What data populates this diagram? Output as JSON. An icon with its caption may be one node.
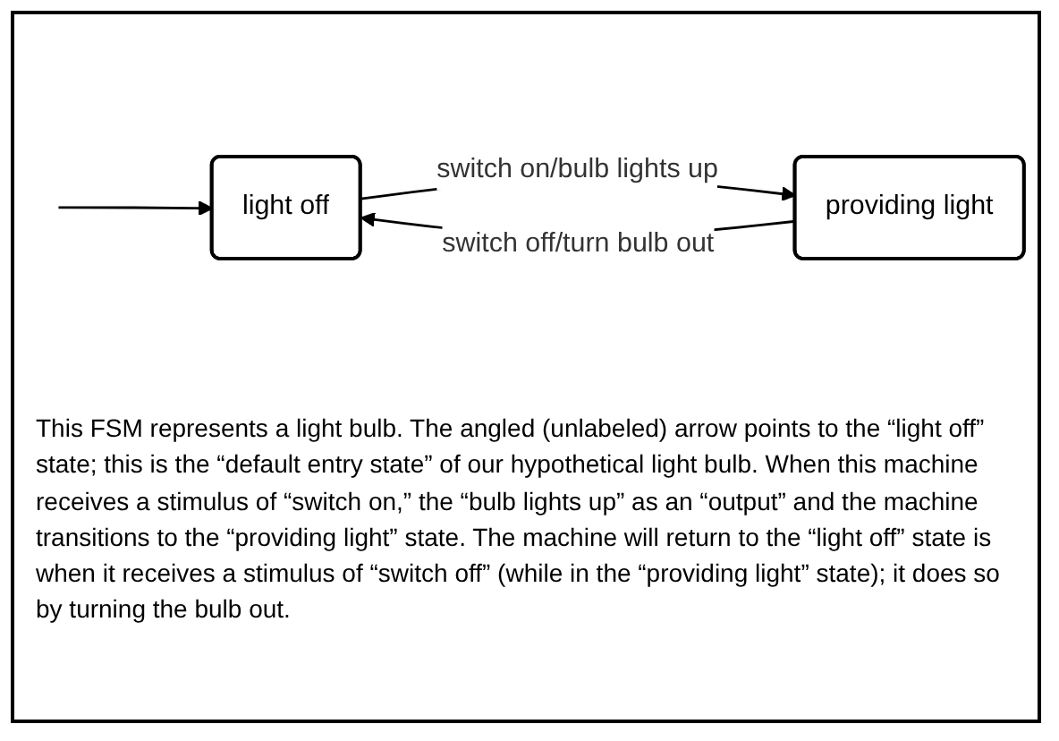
{
  "diagram": {
    "caption": "This FSM represents a light bulb. The angled (unlabeled) arrow points to the “light off” state; this is the “default entry state” of our hypothetical light bulb. When this machine receives a stimulus of “switch on,” the “bulb lights up” as an “output” and the machine transitions to the “providing light” state. The machine will return to the “light off” state is when it receives a stimulus of “switch off” (while in the “providing light” state); it does so by turning the bulb out.",
    "nodes": [
      {
        "text": [
          "light off"
        ]
      },
      {
        "text": [
          "providing light"
        ]
      }
    ],
    "edges": [
      {
        "from": null,
        "to": 0,
        "arrow": "to"
      },
      {
        "from": 0,
        "to": 1,
        "label": "switch on/bulb lights up",
        "arrow": "to"
      },
      {
        "from": 1,
        "to": 0,
        "label": "switch off/turn bulb out",
        "arrow": "to"
      }
    ]
  }
}
